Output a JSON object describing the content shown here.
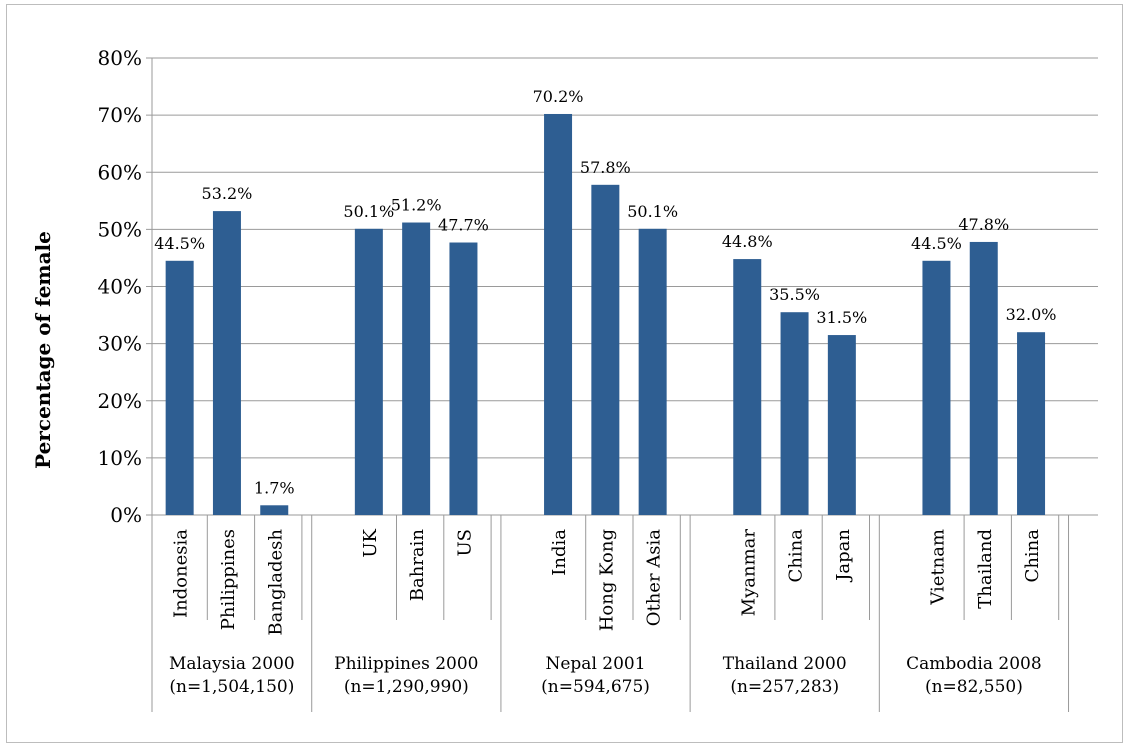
{
  "chart_data": {
    "type": "bar",
    "ylabel": "Percentage of female",
    "ylim": [
      0,
      0.8
    ],
    "y_ticks": [
      "0%",
      "10%",
      "20%",
      "30%",
      "40%",
      "50%",
      "60%",
      "70%",
      "80%"
    ],
    "grid": true,
    "bar_color": "#2e5e92",
    "groups": [
      {
        "label": "Malaysia 2000",
        "sublabel": "(n=1,504,150)",
        "categories": [
          "Indonesia",
          "Philippines",
          "Bangladesh"
        ],
        "values": [
          0.445,
          0.532,
          0.017
        ],
        "value_labels": [
          "44.5%",
          "53.2%",
          "1.7%"
        ]
      },
      {
        "label": "Philippines 2000",
        "sublabel": "(n=1,290,990)",
        "categories": [
          "UK",
          "Bahrain",
          "US"
        ],
        "values": [
          0.501,
          0.512,
          0.477
        ],
        "value_labels": [
          "50.1%",
          "51.2%",
          "47.7%"
        ]
      },
      {
        "label": "Nepal 2001",
        "sublabel": "(n=594,675)",
        "categories": [
          "India",
          "Hong Kong",
          "Other Asia"
        ],
        "values": [
          0.702,
          0.578,
          0.501
        ],
        "value_labels": [
          "70.2%",
          "57.8%",
          "50.1%"
        ]
      },
      {
        "label": "Thailand 2000",
        "sublabel": "(n=257,283)",
        "categories": [
          "Myanmar",
          "China",
          "Japan"
        ],
        "values": [
          0.448,
          0.355,
          0.315
        ],
        "value_labels": [
          "44.8%",
          "35.5%",
          "31.5%"
        ]
      },
      {
        "label": "Cambodia 2008",
        "sublabel": "(n=82,550)",
        "categories": [
          "Vietnam",
          "Thailand",
          "China"
        ],
        "values": [
          0.445,
          0.478,
          0.32
        ],
        "value_labels": [
          "44.5%",
          "47.8%",
          "32.0%"
        ]
      }
    ]
  }
}
